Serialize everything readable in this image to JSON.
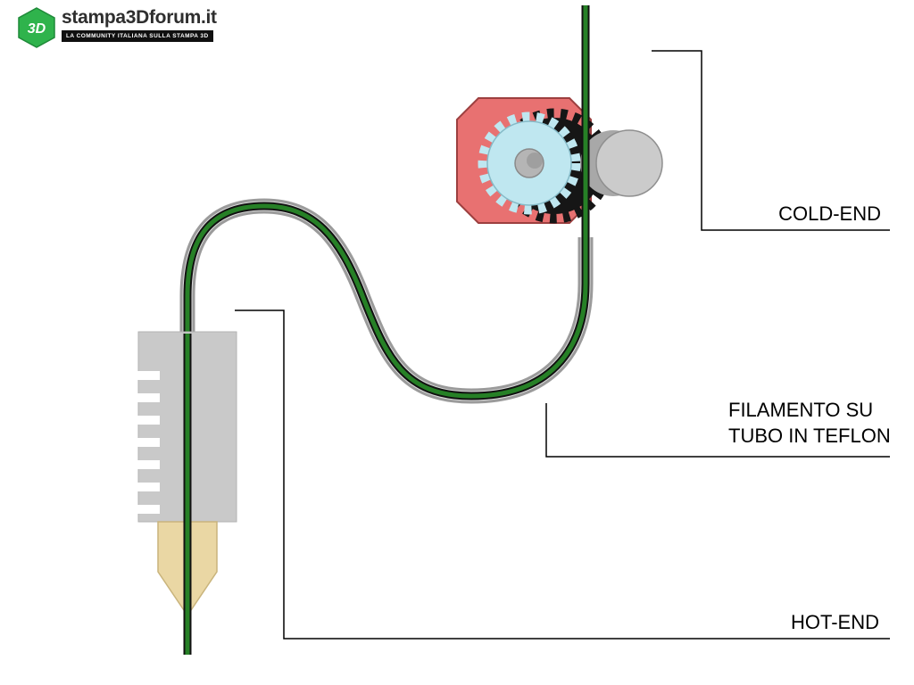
{
  "logo": {
    "hex_text": "3D",
    "title": "stampa3Dforum.it",
    "tagline": "LA COMMUNITY ITALIANA SULLA STAMPA 3D"
  },
  "labels": {
    "cold_end": "COLD-END",
    "filament_line1": "FILAMENTO SU",
    "filament_line2": "TUBO IN TEFLON",
    "hot_end": "HOT-END"
  },
  "colors": {
    "background": "#ffffff",
    "line_black": "#000000",
    "filament_green": "#268026",
    "filament_edge": "#111111",
    "tube_outer": "#9b9b9b",
    "tube_inner": "#dcdcdc",
    "extruder_red": "#e87171",
    "extruder_stroke": "#9c3f3f",
    "gear_dark": "#161616",
    "gear_cyan": "#bfe7f0",
    "gear_cyan_stroke": "#85bac7",
    "shaft_gray": "#b5b5b5",
    "shaft_hole_gray": "#9f9f9f",
    "roller_light": "#cbcbcb",
    "roller_dark": "#a8a8a8",
    "roller_stroke": "#8f8f8f",
    "heatsink_gray": "#c9c9c9",
    "heatsink_stroke": "#b2b2b2",
    "nozzle_tan": "#ead7a4",
    "nozzle_stroke": "#c9b47c",
    "logo_green": "#2fb34c",
    "logo_green_dark": "#1f8a39",
    "logo_text": "#2e2e2e",
    "tagline_bg": "#101010",
    "tagline_text": "#ffffff"
  }
}
